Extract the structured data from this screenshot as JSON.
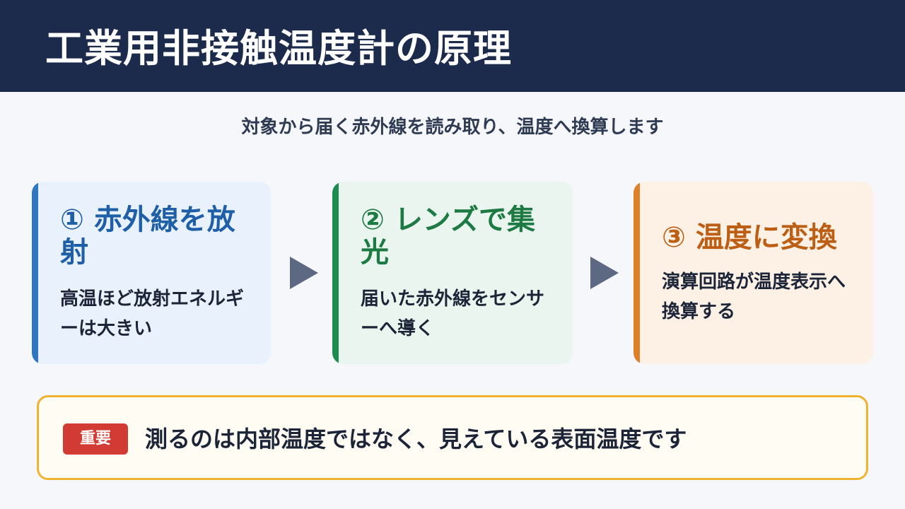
{
  "header": {
    "title": "工業用非接触温度計の原理"
  },
  "subtitle": "対象から届く赤外線を読み取り、温度へ換算します",
  "steps": [
    {
      "number": "①",
      "title": "赤外線を放射",
      "text": "高温ほど放射エネルギーは大きい",
      "color": "#2f76c3"
    },
    {
      "number": "②",
      "title": "レンズで集光",
      "text": "届いた赤外線をセンサーへ導く",
      "color": "#1f8c4f"
    },
    {
      "number": "③",
      "title": "温度に変換",
      "text": "演算回路が温度表示へ換算する",
      "color": "#dd8027"
    }
  ],
  "note": {
    "badge": "重要",
    "text": "測るのは内部温度ではなく、見えている表面温度です"
  }
}
